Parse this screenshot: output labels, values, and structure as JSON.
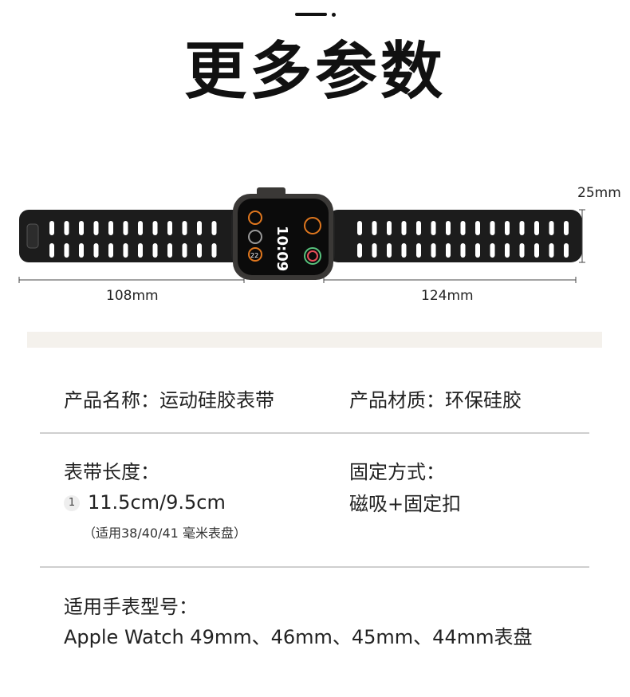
{
  "title": "更多参数",
  "dimensions": {
    "height_label": "25mm",
    "left_label": "108mm",
    "right_label": "124mm"
  },
  "watch": {
    "time": "10:09",
    "complication_left": "22"
  },
  "specs": {
    "product_name": "产品名称：运动硅胶表带",
    "material": "产品材质：环保硅胶",
    "band_length_label": "表带长度：",
    "band_length_index": "1",
    "band_length_value": "11.5cm/9.5cm",
    "band_length_note": "（适用38/40/41 毫米表盘）",
    "fastening_label": "固定方式：",
    "fastening_value": "磁吸+固定扣",
    "models_label": "适用手表型号：",
    "models_value": "Apple Watch 49mm、46mm、45mm、44mm表盘"
  },
  "colors": {
    "band": "#1c1c1c",
    "case": "#3a3836",
    "accent": "#e0771e"
  }
}
